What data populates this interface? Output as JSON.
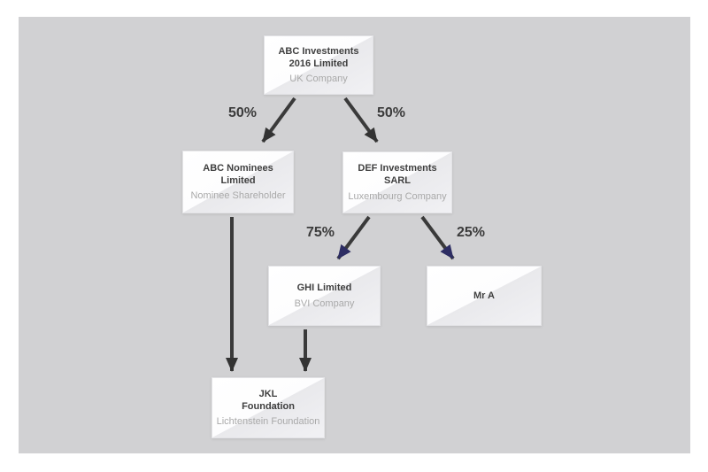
{
  "diagram": {
    "colors": {
      "canvas_background": "#d1d1d3",
      "arrow_shaft": "#3a3a3a",
      "arrowhead_dark": "#333333",
      "arrowhead_navy": "#2d2d63",
      "node_title_text": "#3f3f3f",
      "node_subtitle_text": "#a9a9a9",
      "node_fill": "#ffffff"
    },
    "nodes": {
      "abc": {
        "title": "ABC Investments\n2016 Limited",
        "subtitle": "UK Company"
      },
      "nominees": {
        "title": "ABC Nominees\nLimited",
        "subtitle": "Nominee Shareholder"
      },
      "def": {
        "title": "DEF Investments\nSARL",
        "subtitle": "Luxembourg Company"
      },
      "ghi": {
        "title": "GHI Limited",
        "subtitle": "BVI Company"
      },
      "mra": {
        "title": "Mr A"
      },
      "jkl": {
        "title": "JKL\nFoundation",
        "subtitle": "Lichtenstein Foundation"
      }
    },
    "edges": [
      {
        "from": "abc",
        "to": "nominees",
        "label": "50%"
      },
      {
        "from": "abc",
        "to": "def",
        "label": "50%"
      },
      {
        "from": "def",
        "to": "ghi",
        "label": "75%"
      },
      {
        "from": "def",
        "to": "mra",
        "label": "25%"
      },
      {
        "from": "nominees",
        "to": "jkl"
      },
      {
        "from": "ghi",
        "to": "jkl"
      }
    ]
  }
}
